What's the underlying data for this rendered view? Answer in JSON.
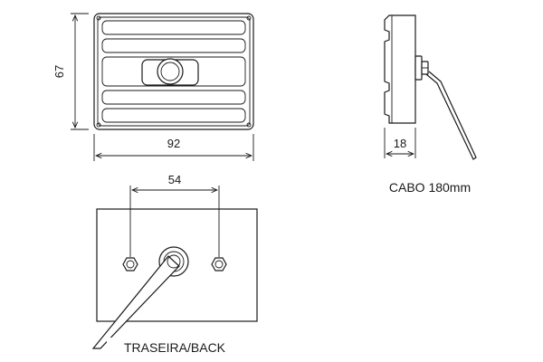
{
  "dimensions": {
    "height": "67",
    "width": "92",
    "depth": "18",
    "hole_spacing": "54"
  },
  "labels": {
    "cable": "CABO 180mm",
    "back_view": "TRASEIRA/BACK"
  }
}
